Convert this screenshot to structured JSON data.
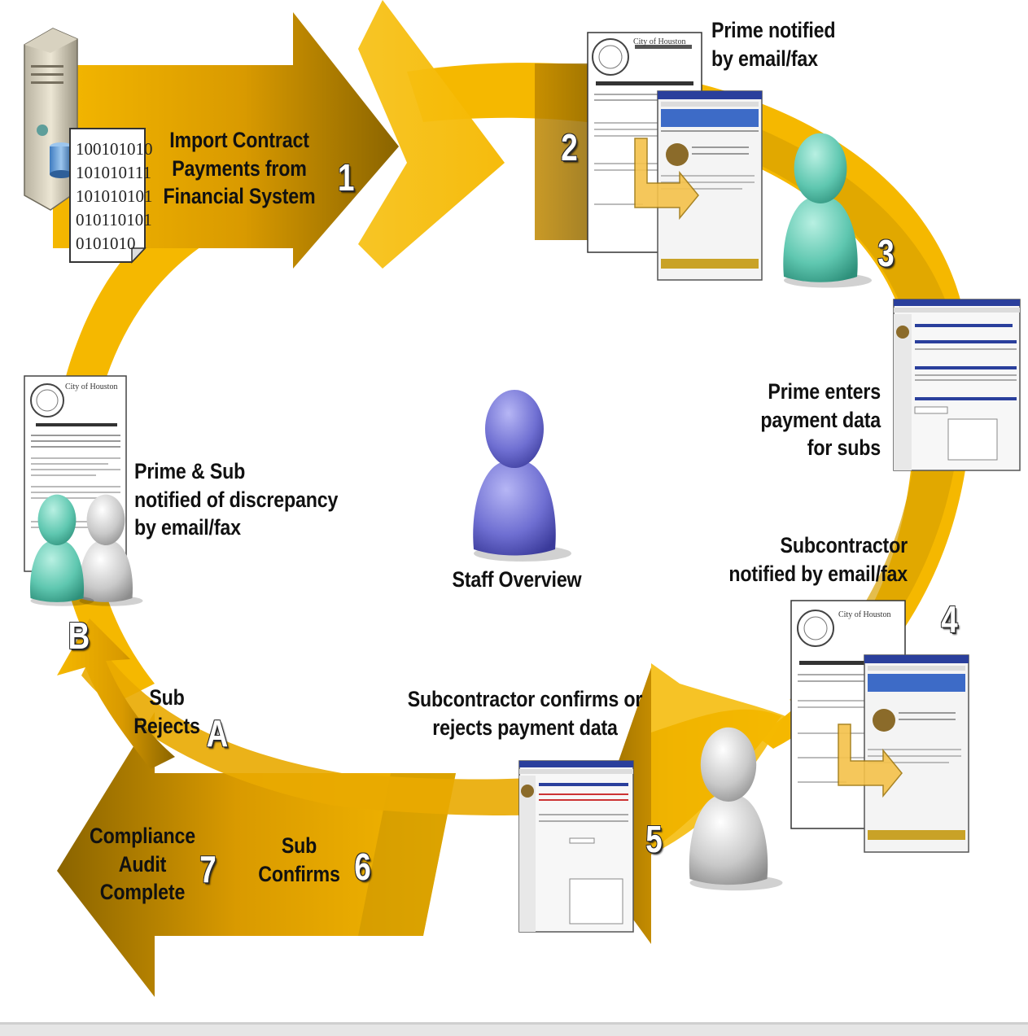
{
  "colors": {
    "arrow_gold": "#f5b800",
    "arrow_dark": "#8a6400",
    "person_teal": "#5fc7b0",
    "person_gray": "#c9c9c9",
    "person_blue": "#6f6fd2",
    "window_blue": "#2a3f9c"
  },
  "center": {
    "label": "Staff Overview"
  },
  "steps": [
    {
      "number": "1",
      "lines": [
        "Import Contract",
        "Payments from",
        "Financial System"
      ]
    },
    {
      "number": "2",
      "lines": [
        "Prime notified",
        "by email/fax"
      ]
    },
    {
      "number": "3",
      "lines": [
        "Prime enters",
        "payment data",
        "for subs"
      ]
    },
    {
      "number": "4",
      "lines": [
        "Subcontractor",
        "notified by email/fax"
      ]
    },
    {
      "number": "5",
      "lines": [
        "Subcontractor confirms or",
        "rejects payment data"
      ]
    },
    {
      "number": "6",
      "lines": [
        "Sub",
        "Confirms"
      ]
    },
    {
      "number": "7",
      "lines": [
        "Compliance",
        "Audit",
        "Complete"
      ]
    }
  ],
  "branches": [
    {
      "letter": "A",
      "lines": [
        "Sub",
        "Rejects"
      ]
    },
    {
      "letter": "B",
      "lines": [
        "Prime & Sub",
        "notified of discrepancy",
        "by email/fax"
      ]
    }
  ],
  "data_file": {
    "lines": [
      "100101010",
      "101010111",
      "101010101",
      "010110101",
      "0101010"
    ]
  },
  "document": {
    "brand": "City of Houston"
  },
  "icons": [
    "server-icon",
    "data-file-icon",
    "letter-document-icon",
    "web-form-screenshot-icon",
    "person-icon"
  ]
}
